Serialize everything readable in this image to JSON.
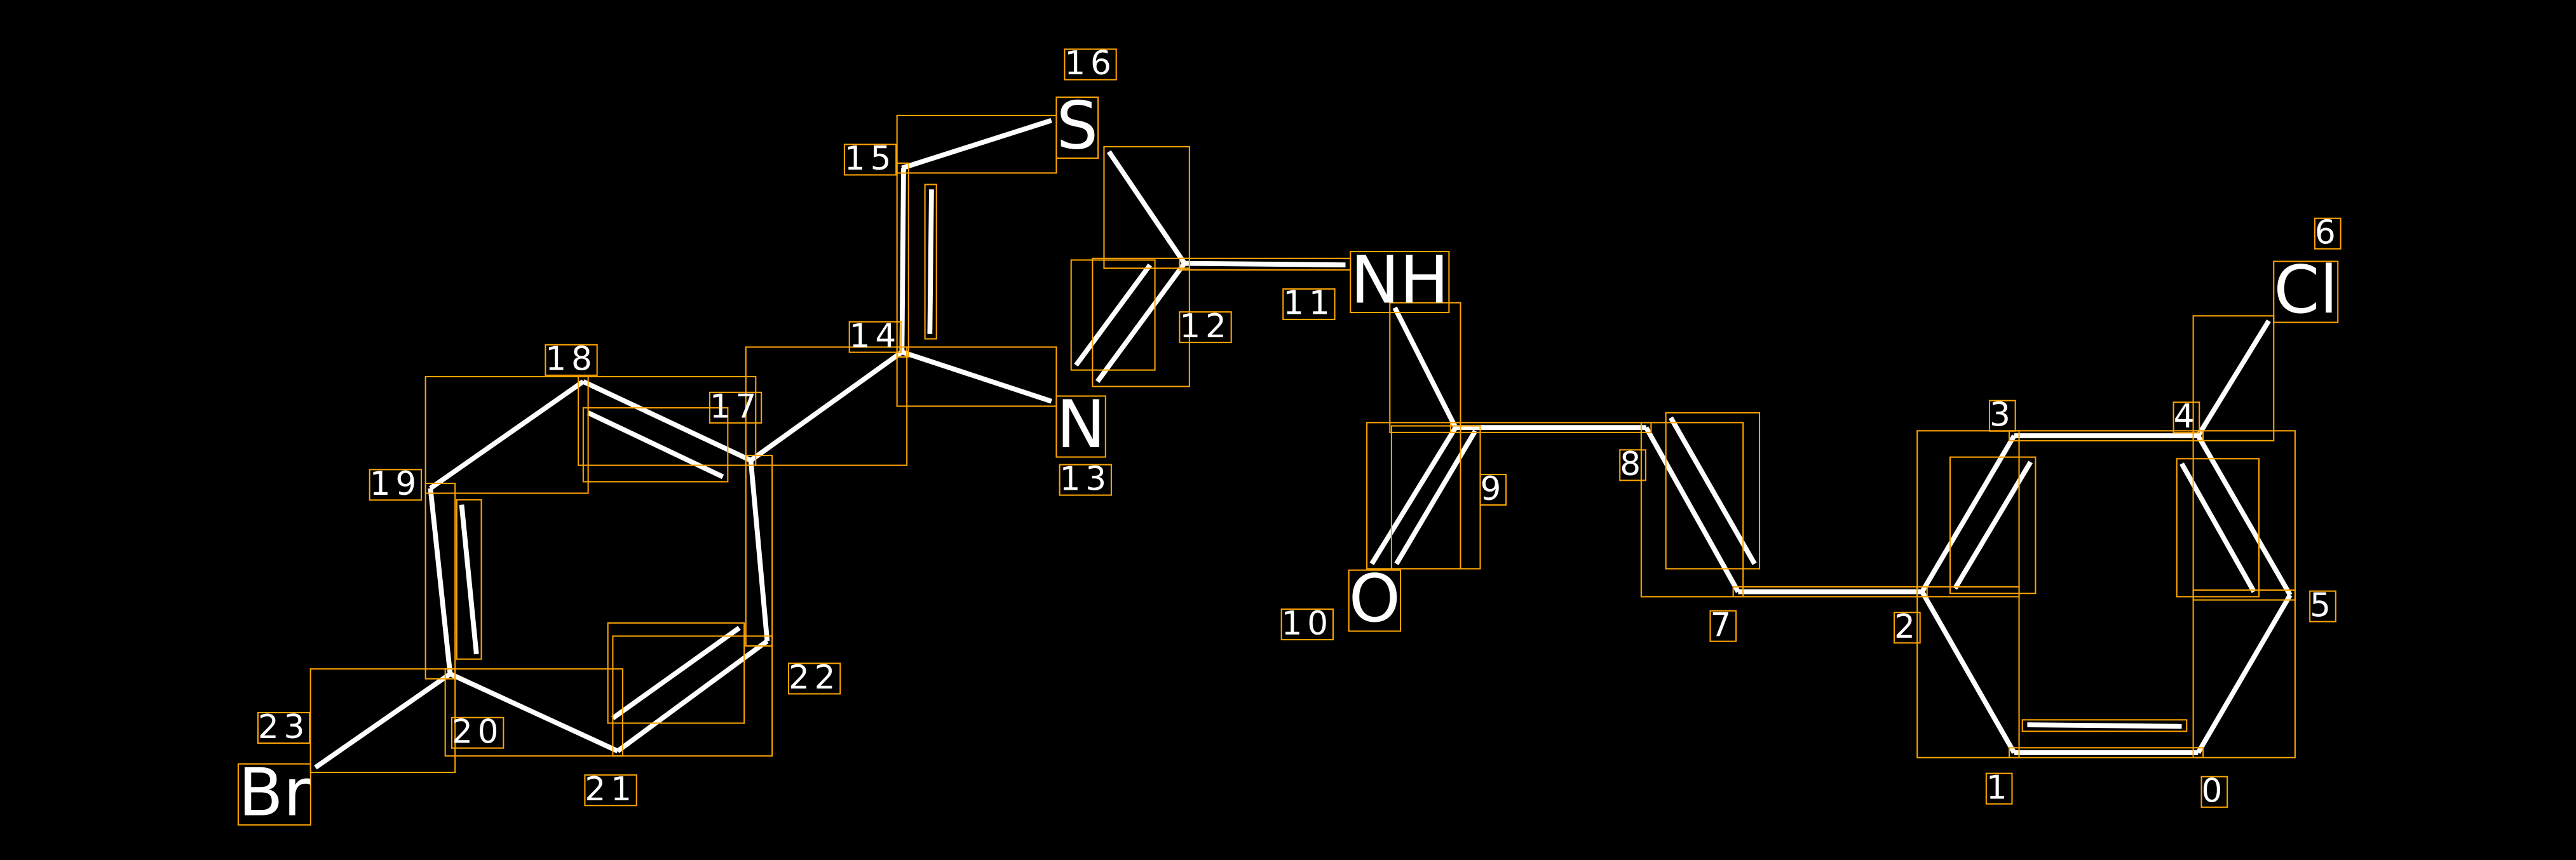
{
  "diagram": {
    "type": "molecule-annotation",
    "atoms": {
      "cl": "Cl",
      "o": "O",
      "nh": "NH",
      "n": "N",
      "s": "S",
      "br": "Br"
    },
    "indices": [
      "0",
      "1",
      "2",
      "3",
      "4",
      "5",
      "6",
      "7",
      "8",
      "9",
      "10",
      "11",
      "12",
      "13",
      "14",
      "15",
      "16",
      "17",
      "18",
      "19",
      "20",
      "21",
      "22",
      "23"
    ],
    "colors": {
      "background": "#000000",
      "bond": "#ffffff",
      "annotation_box": "#ffa500"
    }
  }
}
